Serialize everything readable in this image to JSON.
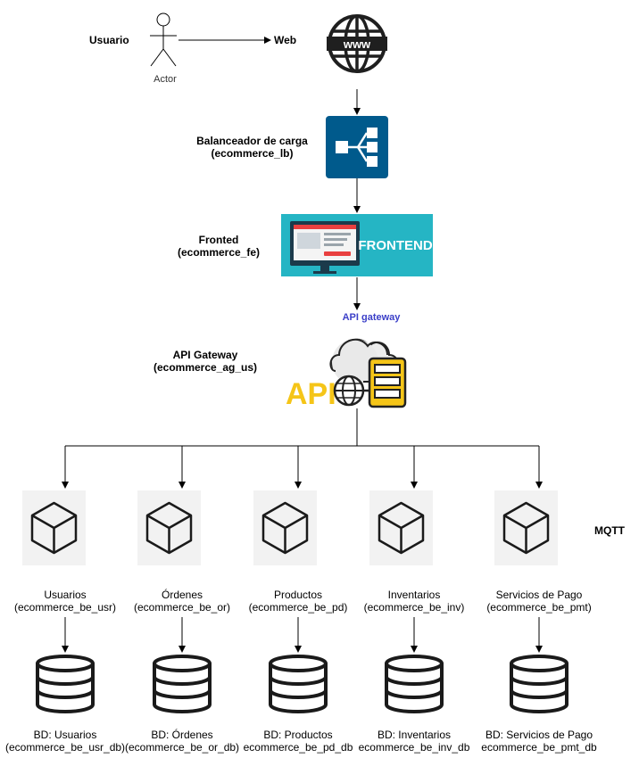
{
  "actor": {
    "label": "Actor",
    "name": "Usuario"
  },
  "web": {
    "label": "Web",
    "glyph": "www"
  },
  "load_balancer": {
    "title": "Balanceador de carga",
    "id": "(ecommerce_lb)",
    "color": "#005a8c"
  },
  "frontend": {
    "title": "Fronted",
    "id": "(ecommerce_fe)",
    "banner": "FRONTEND",
    "color": "#25b5c4"
  },
  "api_gateway": {
    "caption": "API gateway",
    "title": "API Gateway",
    "id": "(ecommerce_ag_us)",
    "logo_text": "API",
    "accent": "#f5c518"
  },
  "mqtt": "MQTT",
  "services": [
    {
      "name": "Usuarios",
      "id": "(ecommerce_be_usr)",
      "db_name": "BD: Usuarios",
      "db_id": "(ecommerce_be_usr_db)"
    },
    {
      "name": "Órdenes",
      "id": "(ecommerce_be_or)",
      "db_name": "BD: Órdenes",
      "db_id": "(ecommerce_be_or_db)"
    },
    {
      "name": "Productos",
      "id": "(ecommerce_be_pd)",
      "db_name": "BD: Productos",
      "db_id": "ecommerce_be_pd_db"
    },
    {
      "name": "Inventarios",
      "id": "(ecommerce_be_inv)",
      "db_name": "BD: Inventarios",
      "db_id": "ecommerce_be_inv_db"
    },
    {
      "name": "Servicios de Pago",
      "id": "(ecommerce_be_pmt)",
      "db_name": "BD: Servicios de Pago",
      "db_id": "ecommerce_be_pmt_db"
    }
  ]
}
